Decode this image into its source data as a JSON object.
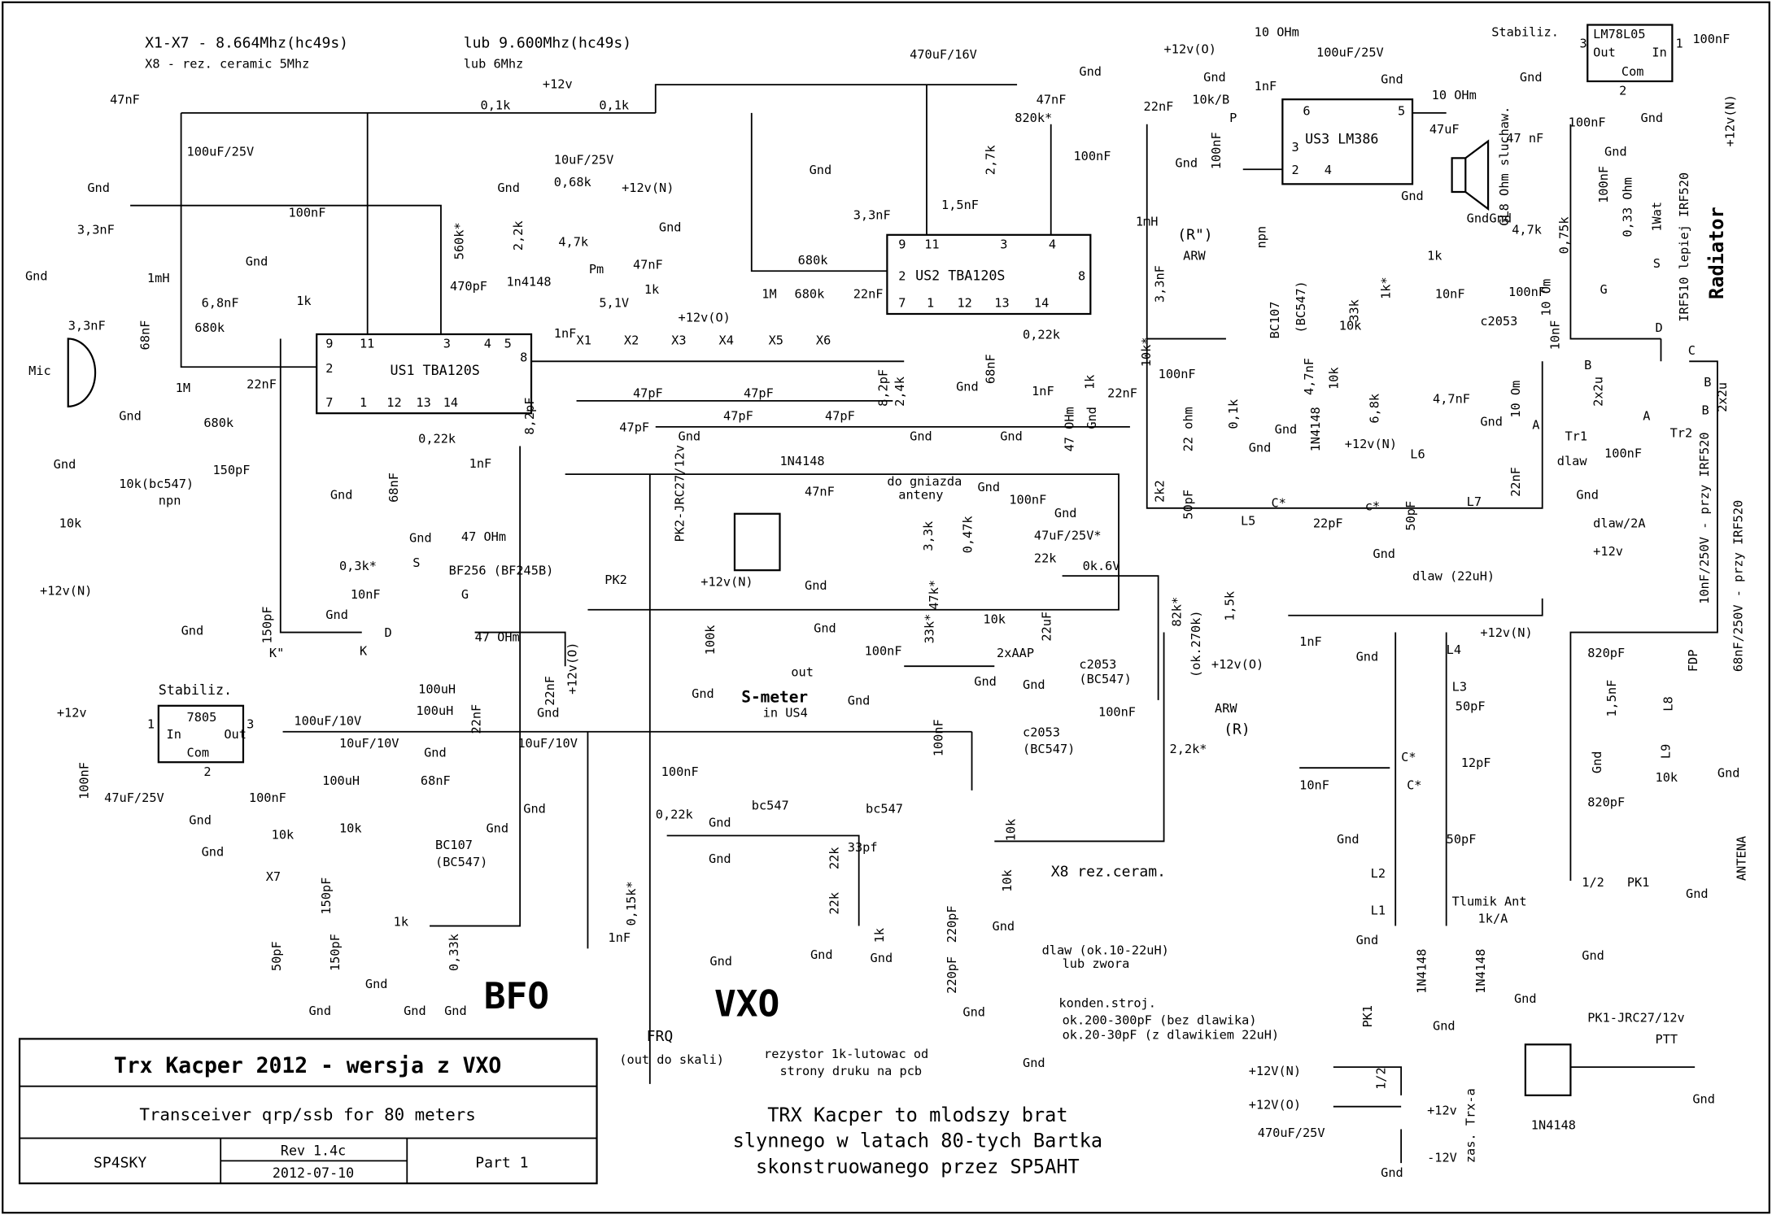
{
  "title_block": {
    "title": "Trx Kacper 2012 - wersja z VXO",
    "subtitle": "Transceiver qrp/ssb for 80 meters",
    "author": "SP4SKY",
    "rev": "Rev 1.4c",
    "date": "2012-07-10",
    "part": "Part 1"
  },
  "notes": {
    "line1": "TRX Kacper to mlodszy brat",
    "line2": "slynnego w latach 80-tych Bartka",
    "line3": "skonstruowanego przez SP5AHT"
  },
  "section_labels": {
    "bfo": "BFO",
    "vxo": "VXO",
    "radiator": "Radiator",
    "s_meter": "S-meter"
  },
  "labels": [
    "X1-X7 -  8.664Mhz(hc49s)",
    "lub 9.600Mhz(hc49s)",
    "X8 - rez. ceramic 5Mhz",
    "lub 6Mhz",
    "+12v",
    "0,1k",
    "0,1k",
    "47nF",
    "100uF/25V",
    "Gnd",
    "470uF/16V",
    "47nF",
    "Gnd",
    "820k*",
    "2,7k",
    "100nF",
    "1,5nF",
    "22nF",
    "100nF",
    "10k/B",
    "P",
    "1nF",
    "+12v(O)",
    "10 OHm",
    "100uF/25V",
    "Gnd",
    "Gnd",
    "US3 LM386",
    "6",
    "5",
    "3",
    "2",
    "4",
    "10 OHm",
    "47uF",
    "47 nF",
    "Gnd",
    "Stabiliz.",
    "LM78L05",
    "Out",
    "In",
    "Com",
    "1",
    "3",
    "2",
    "100nF",
    "100nF",
    "Gnd",
    "+12v(N)",
    "GL8 Ohm sluchaw.",
    "Gnd",
    "Gnd",
    "Gnd",
    "(R\")",
    "ARW",
    "1mH",
    "3,3nF",
    "9",
    "11",
    "3",
    "4",
    "US2 TBA120S",
    "2",
    "8",
    "7",
    "1",
    "12",
    "13",
    "14",
    "Gnd",
    "3,3nF",
    "680k",
    "1M",
    "680k",
    "22nF",
    "68nF",
    "0,22k",
    "1nF",
    "47 OHm",
    "Gnd",
    "Gnd",
    "2,4k",
    "Gnd",
    "8,2pF",
    "9",
    "11",
    "3",
    "4",
    "5",
    "US1 TBA120S",
    "2",
    "8",
    "7",
    "1",
    "12",
    "13",
    "14",
    "3,3nF",
    "Gnd",
    "1mH",
    "3,3nF",
    "68nF",
    "Mic",
    "Gnd",
    "6,8nF",
    "Gnd",
    "1k",
    "100nF",
    "680k",
    "1M",
    "22nF",
    "680k",
    "560k*",
    "2,2k",
    "470pF",
    "1n4148",
    "Gnd",
    "10uF/25V",
    "0,68k",
    "+12v(N)",
    "4,7k",
    "Pm",
    "Gnd",
    "47nF",
    "5,1V",
    "1k",
    "+12v(O)",
    "X1",
    "X2",
    "X3",
    "X4",
    "X5",
    "X6",
    "1nF",
    "8,2pF",
    "47pF",
    "47pF",
    "47pF",
    "47pF",
    "47pF",
    "Gnd",
    "10k(bc547)",
    "npn",
    "Gnd",
    "10k",
    "+12v(N)",
    "Gnd",
    "150pF",
    "150pF",
    "K\"",
    "K",
    "D",
    "G",
    "S",
    "BF256 (BF245B)",
    "0,3k*",
    "10nF",
    "Gnd",
    "Gnd",
    "68nF",
    "0,22k",
    "1nF",
    "47 OHm",
    "Gnd",
    "47 OHm",
    "+12v(O)",
    "100uH",
    "22nF",
    "22nF",
    "Gnd",
    "PK2",
    "PK2-JRC27/12v",
    "1N4148",
    "47nF",
    "+12v(N)",
    "Gnd",
    "100k",
    "Gnd",
    "do gniazda",
    "anteny",
    "Gnd",
    "100nF",
    "Gnd",
    "3,3k",
    "0,47k",
    "47uF/25V*",
    "22k",
    "0k.6V",
    "Gnd",
    "100nF",
    "47k*",
    "33k*",
    "10k",
    "22uF",
    "2xAAP",
    "Gnd",
    "Gnd",
    "82k*",
    "(ok.270k)",
    "1,5k",
    "+12v(O)",
    "c2053",
    "(BC547)",
    "out",
    "in US4",
    "Gnd",
    "100nF",
    "c2053",
    "(BC547)",
    "100nF",
    "ARW",
    "(R)",
    "2,2k*",
    "Stabiliz.",
    "7805",
    "In",
    "Out",
    "Com",
    "1",
    "3",
    "2",
    "+12v",
    "100nF",
    "47uF/25V",
    "Gnd",
    "100uF/10V",
    "100nF",
    "100uH",
    "10uF/10V",
    "Gnd",
    "10uF/10V",
    "100uH",
    "68nF",
    "Gnd",
    "10k",
    "Gnd",
    "Gnd",
    "10k",
    "X7",
    "BC107",
    "(BC547)",
    "150pF",
    "50pF",
    "150pF",
    "1k",
    "0,33k",
    "Gnd",
    "Gnd",
    "Gnd",
    "Gnd",
    "100nF",
    "0,22k",
    "Gnd",
    "Gnd",
    "0,15k*",
    "1nF",
    "Gnd",
    "FRQ",
    "(out do skali)",
    "bc547",
    "22k",
    "22k",
    "Gnd",
    "33pf",
    "1k",
    "Gnd",
    "bc547",
    "10k",
    "10k",
    "220pF",
    "220pF",
    "Gnd",
    "Gnd",
    "X8 rez.ceram.",
    "dlaw (ok.10-22uH)",
    "lub zwora",
    "konden.stroj.",
    "ok.200-300pF (bez dlawika)",
    "ok.20-30pF (z dlawikiem 22uH)",
    "Gnd",
    "rezystor 1k-lutowac od",
    "strony druku na pcb",
    "Gnd",
    "100nF",
    "4,7k",
    "0,75k",
    "0,33 Ohm",
    "1Wat",
    "IRF510 lepiej IRF520",
    "10 Om",
    "Gnd",
    "100nF",
    "G",
    "S",
    "D",
    "10nF",
    "C",
    "B",
    "2x2u",
    "Tr1",
    "B",
    "2x2u",
    "A",
    "Tr2",
    "B",
    "100nF",
    "Gnd",
    "dlaw/2A",
    "+12v",
    "10nF/250V - przy IRF520",
    "68nF/250V - przy IRF520",
    "FDP",
    "1k",
    "10nF",
    "c2053",
    "33k",
    "1k*",
    "10k",
    "4,7nF",
    "10k",
    "1N4148",
    "6,8k",
    "4,7nF",
    "10 Om",
    "Gnd",
    "A",
    "+12v(N)",
    "L6",
    "50pF",
    "c*",
    "L7",
    "22nF",
    "dlaw",
    "Gnd",
    "BC107",
    "(BC547)",
    "npn",
    "22 ohm",
    "0,1k",
    "100nF",
    "Gnd",
    "Gnd",
    "2k2",
    "50pF",
    "L5",
    "C*",
    "22pF",
    "1k",
    "10k*",
    "22nF",
    "Gnd",
    "dlaw (22uH)",
    "+12v(N)",
    "1nF",
    "Gnd",
    "L4",
    "L3",
    "50pF",
    "C*",
    "12pF",
    "C*",
    "10nF",
    "Gnd",
    "50pF",
    "L2",
    "L1",
    "Gnd",
    "1N4148",
    "1N4148",
    "Gnd",
    "Tlumik Ant",
    "1k/A",
    "Gnd",
    "1/2",
    "PK1",
    "Gnd",
    "PK1-JRC27/12v",
    "820pF",
    "1,5nF",
    "L8",
    "L9",
    "Gnd",
    "10k",
    "Gnd",
    "820pF",
    "ANTENA",
    "Gnd",
    "PK1",
    "+12V(N)",
    "+12V(O)",
    "1/2",
    "+12v",
    "-12V",
    "zas. Trx-a",
    "470uF/25V",
    "Gnd",
    "1N4148",
    "PTT",
    "Gnd"
  ]
}
